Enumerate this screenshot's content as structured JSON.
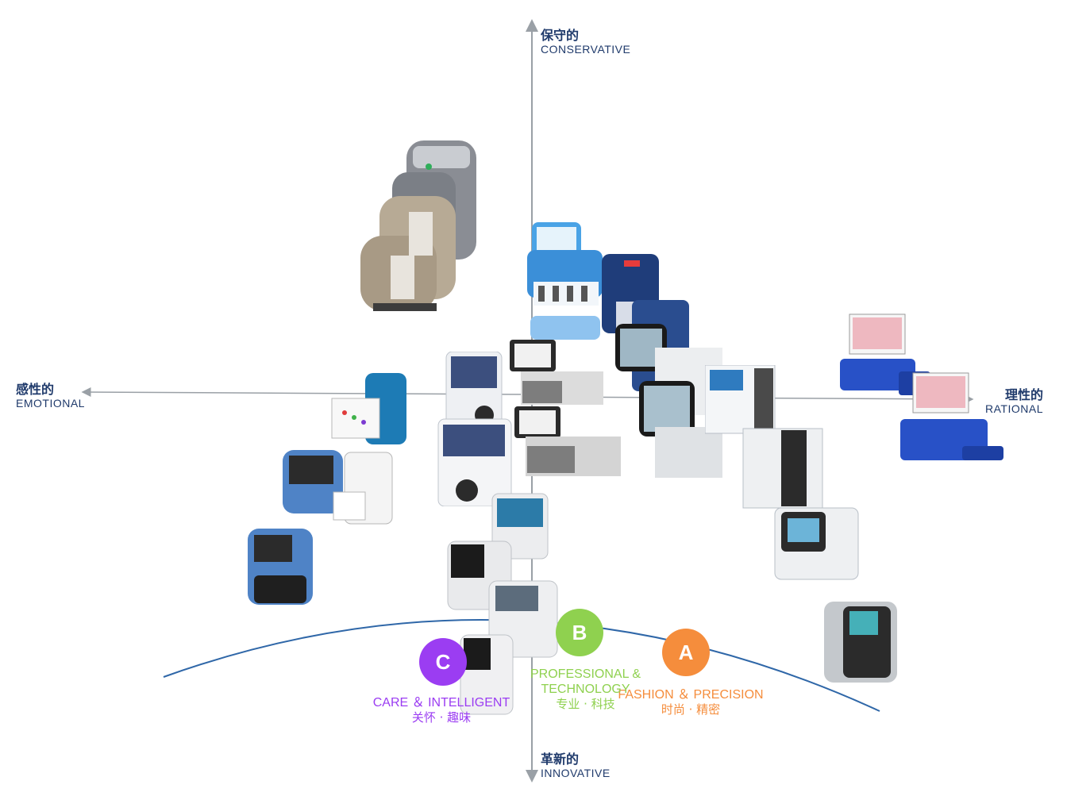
{
  "axes": {
    "top": {
      "zh": "保守的",
      "en": "CONSERVATIVE"
    },
    "bottom": {
      "zh": "革新的",
      "en": "INNOVATIVE"
    },
    "left": {
      "zh": "感性的",
      "en": "EMOTIONAL"
    },
    "right": {
      "zh": "理性的",
      "en": "RATIONAL"
    }
  },
  "groups": [
    {
      "letter": "A",
      "en": "FASHION ＆ PRECISION",
      "zh": "时尚 · 精密",
      "color": "#f58d3c"
    },
    {
      "letter": "B",
      "en_line1": "PROFESSIONAL &",
      "en_line2": "TECHNOLOGY",
      "zh": "专业 · 科技",
      "color": "#8fd14f"
    },
    {
      "letter": "C",
      "en": "CARE ＆ INTELLIGENT",
      "zh": "关怀 · 趣味",
      "color": "#9b3df2"
    }
  ],
  "colors": {
    "axis": "#9aa0a6",
    "arc": "#2f67a8",
    "label": "#1f3a6b"
  },
  "devices": [
    "beige-analyzer",
    "blue-bench-analyzer",
    "navy-analyzer",
    "touchscreen-analyzer",
    "blood-gas-analyzer",
    "printer-analyzer",
    "white-hematology-analyzer",
    "tabletop-analyzer",
    "blue-compact-analyzer",
    "tray-analyzer",
    "grey-screen-analyzer"
  ]
}
